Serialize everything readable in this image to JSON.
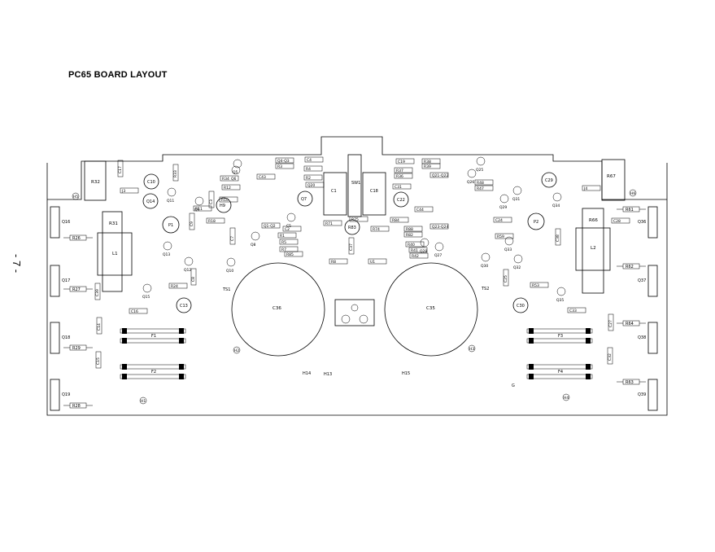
{
  "title": "PC65 BOARD LAYOUT",
  "page_number": "- 7 -",
  "large_caps": [
    "C36",
    "C35"
  ],
  "transformers_inductors": [
    "L1",
    "L2"
  ],
  "fuses": [
    "F1",
    "F2",
    "F3",
    "F4"
  ],
  "big_resistors": [
    "R32",
    "R31",
    "R67",
    "R66"
  ],
  "terminals_left": [
    "Q16",
    "Q17",
    "Q18",
    "Q19"
  ],
  "terminals_right": [
    "Q36",
    "Q37",
    "Q38",
    "Q39"
  ],
  "edge_resistors_left": [
    "R26",
    "R27",
    "R29",
    "R28"
  ],
  "edge_resistors_right": [
    "R61",
    "R62",
    "R64",
    "R63"
  ],
  "switch": "SW1",
  "center_caps": [
    "C1",
    "C18"
  ],
  "holes": [
    "H14",
    "H13",
    "H15",
    "G"
  ],
  "mount_points": [
    "H5",
    "H6",
    "H1",
    "H4",
    "H2",
    "H3"
  ],
  "test_points": [
    "TS1",
    "TS2"
  ],
  "pots": [
    "P1",
    "P2"
  ],
  "left_parts": [
    {
      "t": "C17",
      "r": true
    },
    {
      "t": "J3"
    },
    {
      "t": "C10"
    },
    {
      "t": "Q14"
    },
    {
      "t": "Q11"
    },
    {
      "t": "Q9"
    },
    {
      "t": "C9"
    },
    {
      "t": "R18"
    },
    {
      "t": "Q13"
    },
    {
      "t": "Q12"
    },
    {
      "t": "C7"
    },
    {
      "t": "C8"
    },
    {
      "t": "C13"
    },
    {
      "t": "Q15"
    },
    {
      "t": "R24"
    },
    {
      "t": "C16"
    },
    {
      "t": "C14"
    },
    {
      "t": "C15"
    },
    {
      "t": "C39"
    },
    {
      "t": "Q10"
    },
    {
      "t": "R11"
    },
    {
      "t": "R10"
    },
    {
      "t": "R12"
    },
    {
      "t": "C3"
    },
    {
      "t": "R33"
    },
    {
      "t": "R34"
    },
    {
      "t": "H9"
    },
    {
      "t": "Q5"
    },
    {
      "t": "Q6"
    },
    {
      "t": "Q8"
    },
    {
      "t": "Q7"
    },
    {
      "t": "C5"
    },
    {
      "t": "Q20"
    },
    {
      "t": "C4"
    },
    {
      "t": "C2"
    },
    {
      "t": "C43"
    },
    {
      "t": "Q1-Q2"
    },
    {
      "t": "Q4-Q3"
    },
    {
      "t": "R3"
    },
    {
      "t": "R4"
    },
    {
      "t": "R2"
    },
    {
      "t": "R1"
    },
    {
      "t": "R5"
    },
    {
      "t": "R7"
    },
    {
      "t": "R85"
    },
    {
      "t": "R8"
    },
    {
      "t": "R75"
    },
    {
      "t": "R71"
    },
    {
      "t": "R83"
    },
    {
      "t": "C37"
    },
    {
      "t": "U1"
    },
    {
      "t": "R74"
    },
    {
      "t": "R86"
    }
  ],
  "right_parts": [
    {
      "t": "C19"
    },
    {
      "t": "R38"
    },
    {
      "t": "R39"
    },
    {
      "t": "R37"
    },
    {
      "t": "R36"
    },
    {
      "t": "C31"
    },
    {
      "t": "C22"
    },
    {
      "t": "C44"
    },
    {
      "t": "R84"
    },
    {
      "t": "R88"
    },
    {
      "t": "R82"
    },
    {
      "t": "R40"
    },
    {
      "t": "R41"
    },
    {
      "t": "R42"
    },
    {
      "t": "Q21-Q22"
    },
    {
      "t": "Q23-Q24"
    },
    {
      "t": "Q25"
    },
    {
      "t": "Q26"
    },
    {
      "t": "Q27"
    },
    {
      "t": "Q28"
    },
    {
      "t": "R48"
    },
    {
      "t": "R47"
    },
    {
      "t": "Q29"
    },
    {
      "t": "Q31"
    },
    {
      "t": "C29"
    },
    {
      "t": "Q34"
    },
    {
      "t": "J4"
    },
    {
      "t": "C24"
    },
    {
      "t": "R59"
    },
    {
      "t": "Q33"
    },
    {
      "t": "Q30"
    },
    {
      "t": "Q32"
    },
    {
      "t": "C25"
    },
    {
      "t": "R53"
    },
    {
      "t": "C30"
    },
    {
      "t": "Q35"
    },
    {
      "t": "C33"
    },
    {
      "t": "C27"
    },
    {
      "t": "C32"
    },
    {
      "t": "C28"
    },
    {
      "t": "C38"
    }
  ]
}
